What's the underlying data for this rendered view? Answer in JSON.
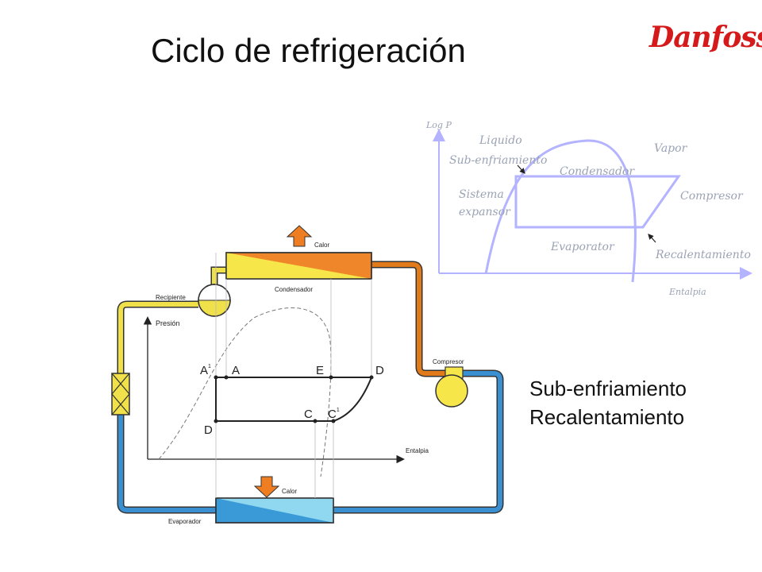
{
  "title": "Ciclo de refrigeración",
  "logo_text": "Danfoss",
  "side_labels": [
    "Sub-enfriamiento",
    "Recalentamiento"
  ],
  "ph_diagram": {
    "y_axis": "Log P",
    "x_axis": "Entalpia",
    "labels": {
      "liquido": "Liquido",
      "vapor": "Vapor",
      "subenfriamiento": "Sub-enfriamiento",
      "condensador": "Condensador",
      "sistema1": "Sistema",
      "sistema2": "expansor",
      "compresor": "Compresor",
      "evaporator": "Evaporator",
      "recalentamiento": "Recalentamiento"
    }
  },
  "schematic": {
    "calor_top": "Calor",
    "condensador": "Condensador",
    "recipiente": "Recipiente",
    "presion": "Presión",
    "compresor": "Compresor",
    "entalpia": "Entalpia",
    "calor_bottom": "Calor",
    "evaporador": "Evaporador",
    "points": {
      "a1": "A",
      "a": "A",
      "e": "E",
      "d_top": "D",
      "c": "C",
      "c1": "C",
      "d_bottom": "D"
    },
    "superscript": "1"
  },
  "colors": {
    "curve": "#b3b3ff",
    "ph_text": "#9aa3b5",
    "hot_pipe": "#e07a1a",
    "liquid_pipe": "#f0e04a",
    "cold_pipe": "#3a8fd0",
    "heat_arrow": "#ef7d22"
  }
}
